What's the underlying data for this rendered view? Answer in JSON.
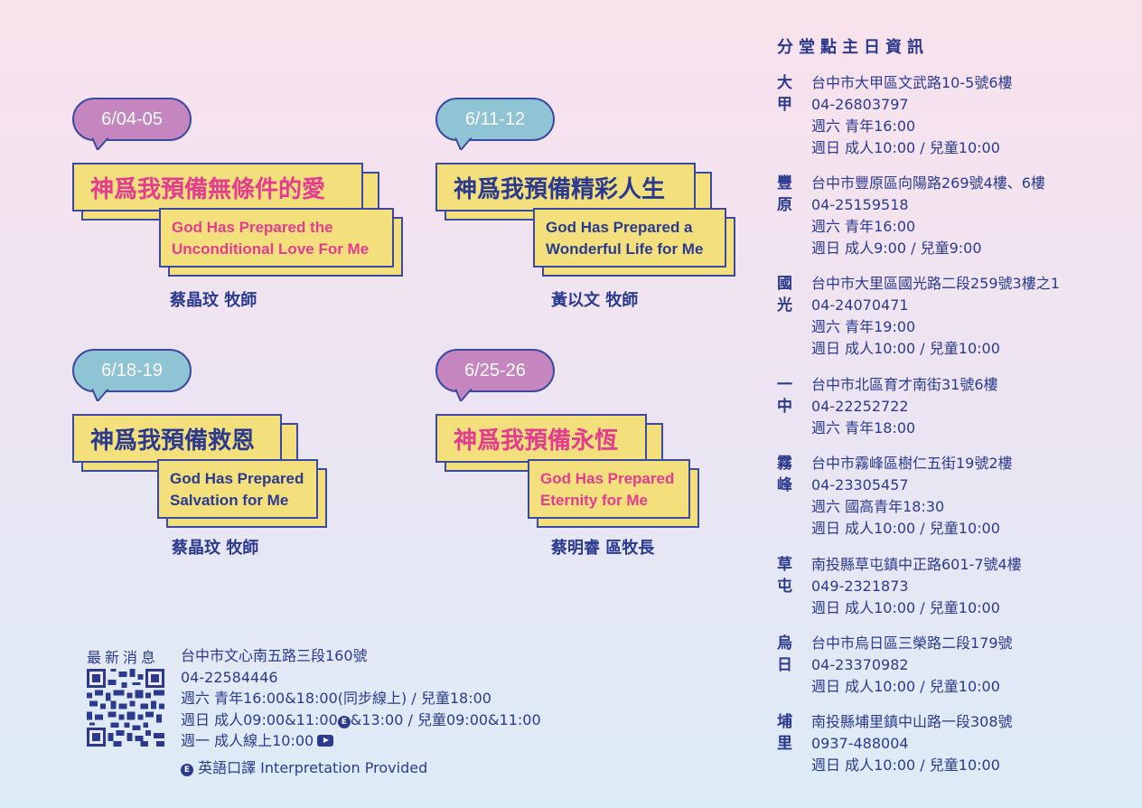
{
  "colors": {
    "navy": "#2b3a8f",
    "pink": "#e53c8f",
    "yellow": "#f3e07c",
    "bubble_purple": "#c586c0",
    "bubble_blue": "#8fc4d4"
  },
  "sermons": [
    {
      "date": "6/04-05",
      "title_zh": "神爲我預備無條件的愛",
      "title_en_1": "God Has Prepared the",
      "title_en_2": "Unconditional Love For Me",
      "speaker": "蔡晶玟 牧師"
    },
    {
      "date": "6/11-12",
      "title_zh": "神爲我預備精彩人生",
      "title_en_1": "God Has Prepared a",
      "title_en_2": "Wonderful Life for Me",
      "speaker": "黃以文 牧師"
    },
    {
      "date": "6/18-19",
      "title_zh": "神爲我預備救恩",
      "title_en_1": "God Has Prepared",
      "title_en_2": "Salvation for Me",
      "speaker": "蔡晶玟 牧師"
    },
    {
      "date": "6/25-26",
      "title_zh": "神爲我預備永恆",
      "title_en_1": "God Has Prepared",
      "title_en_2": "Eternity for Me",
      "speaker": "蔡明睿 區牧長"
    }
  ],
  "branches_title": "分堂點主日資訊",
  "branches": [
    {
      "name_1": "大",
      "name_2": "甲",
      "lines": [
        "台中市大甲區文武路10-5號6樓",
        "04-26803797",
        "週六 青年16:00",
        "週日 成人10:00 / 兒童10:00"
      ]
    },
    {
      "name_1": "豐",
      "name_2": "原",
      "lines": [
        "台中市豐原區向陽路269號4樓、6樓",
        "04-25159518",
        "週六 青年16:00",
        "週日 成人9:00 / 兒童9:00"
      ]
    },
    {
      "name_1": "國",
      "name_2": "光",
      "lines": [
        "台中市大里區國光路二段259號3樓之1",
        "04-24070471",
        "週六 青年19:00",
        "週日 成人10:00 / 兒童10:00"
      ]
    },
    {
      "name_1": "一",
      "name_2": "中",
      "lines": [
        "台中市北區育才南街31號6樓",
        "04-22252722",
        "週六 青年18:00",
        ""
      ]
    },
    {
      "name_1": "霧",
      "name_2": "峰",
      "lines": [
        "台中市霧峰區樹仁五街19號2樓",
        "04-23305457",
        "週六 國高青年18:30",
        "週日 成人10:00 / 兒童10:00"
      ]
    },
    {
      "name_1": "草",
      "name_2": "屯",
      "lines": [
        "南投縣草屯鎮中正路601-7號4樓",
        "049-2321873",
        "週日 成人10:00 / 兒童10:00",
        ""
      ]
    },
    {
      "name_1": "烏",
      "name_2": "日",
      "lines": [
        "台中市烏日區三榮路二段179號",
        "04-23370982",
        "週日 成人10:00 / 兒童10:00",
        ""
      ]
    },
    {
      "name_1": "埔",
      "name_2": "里",
      "lines": [
        "南投縣埔里鎮中山路一段308號",
        "0937-488004",
        "週日 成人10:00 / 兒童10:00",
        ""
      ]
    }
  ],
  "main_campus": {
    "news_label": "最新消息",
    "address": "台中市文心南五路三段160號",
    "phone": "04-22584446",
    "saturday": "週六 青年16:00&18:00(同步線上) / 兒童18:00",
    "sunday_a": "週日 成人09:00&11:00",
    "e_badge": "E",
    "sunday_b": "&13:00 / 兒童09:00&11:00",
    "monday": "週一 成人線上10:00",
    "interp_text": "英語口譯 Interpretation Provided"
  }
}
